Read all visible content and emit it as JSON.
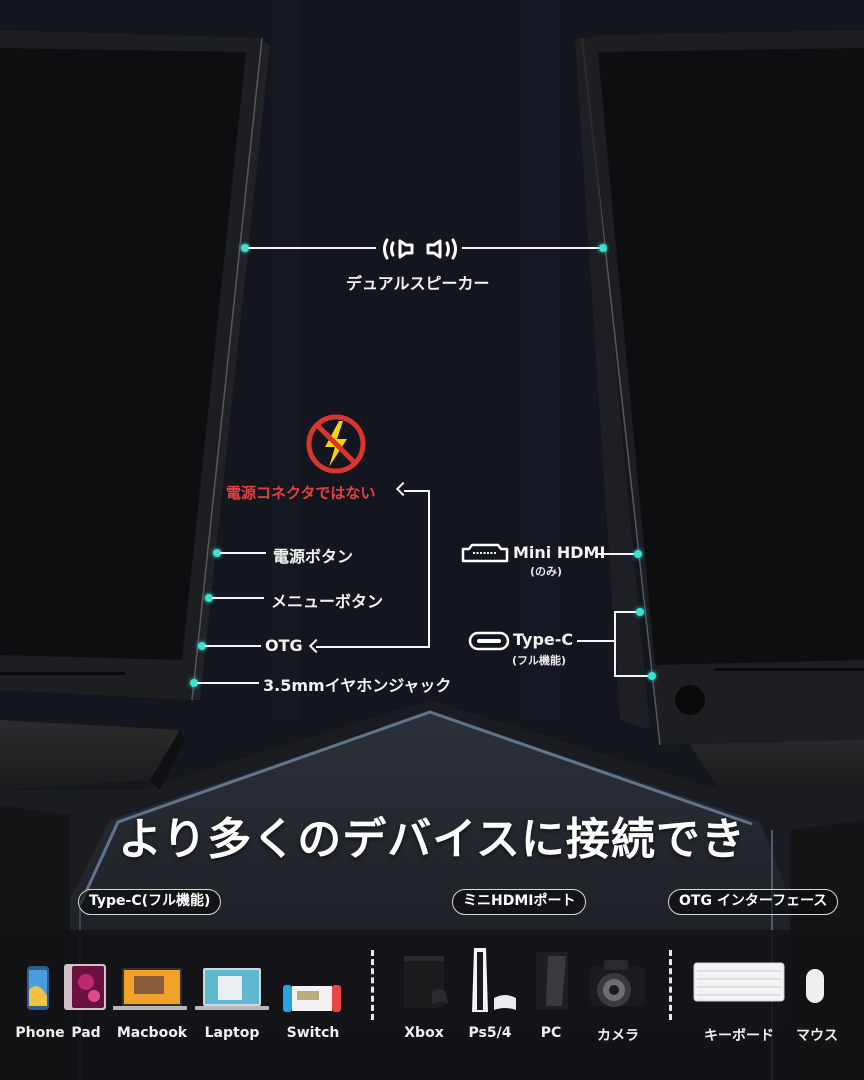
{
  "callouts": {
    "speaker": {
      "label": "デュアルスピーカー",
      "icon": "dual-speaker-icon"
    },
    "not_power": {
      "label": "電源コネクタではない",
      "icon": "no-power-icon"
    },
    "left_ports": [
      {
        "label": "電源ボタン"
      },
      {
        "label": "メニューボタン"
      },
      {
        "label": "OTG"
      },
      {
        "label": "3.5mmイヤホンジャック"
      }
    ],
    "right_ports": [
      {
        "label": "Mini HDMI",
        "sub": "(のみ)",
        "icon": "hdmi-port-icon"
      },
      {
        "label": "Type-C",
        "sub": "(フル機能)",
        "icon": "usb-c-port-icon"
      }
    ]
  },
  "headline": "より多くのデバイスに接続でき",
  "categories": [
    {
      "label": "Type-C(フル機能)"
    },
    {
      "label": "ミニHDMIポート"
    },
    {
      "label": "OTG インターフェース"
    }
  ],
  "devices": {
    "typec": [
      {
        "label": "Phone"
      },
      {
        "label": "Pad"
      },
      {
        "label": "Macbook"
      },
      {
        "label": "Laptop"
      },
      {
        "label": "Switch"
      }
    ],
    "hdmi": [
      {
        "label": "Xbox"
      },
      {
        "label": "Ps5/4"
      },
      {
        "label": "PC"
      },
      {
        "label": "カメラ"
      }
    ],
    "otg": [
      {
        "label": "キーボード"
      },
      {
        "label": "マウス"
      }
    ]
  },
  "colors": {
    "accent_dot": "#3ee0d0",
    "warning": "#e8403c",
    "bolt": "#f5d313"
  }
}
